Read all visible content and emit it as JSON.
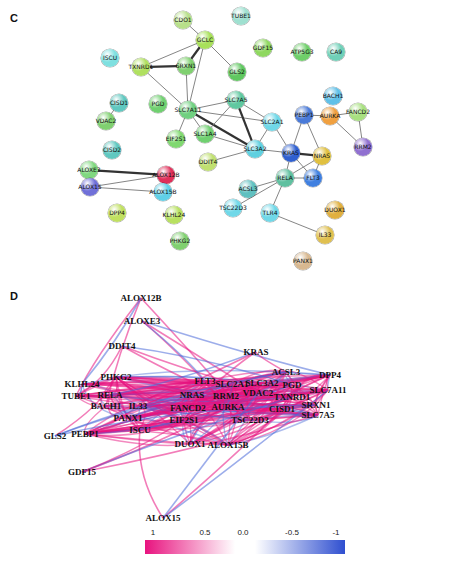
{
  "diagram": {
    "nodes": [
      {
        "text": [
          "CDO1"
        ]
      },
      {
        "text": [
          "TUBE1"
        ]
      },
      {
        "text": [
          "GCLC"
        ]
      },
      {
        "text": [
          "GDF15"
        ]
      },
      {
        "text": [
          "ATP5G3"
        ]
      },
      {
        "text": [
          "CA9"
        ]
      },
      {
        "text": [
          "ISCU"
        ]
      },
      {
        "text": [
          "TXNRD1"
        ]
      },
      {
        "text": [
          "SRXN1"
        ]
      },
      {
        "text": [
          "GLS2"
        ]
      },
      {
        "text": [
          "SLC7A5"
        ]
      },
      {
        "text": [
          "BACH1"
        ]
      },
      {
        "text": [
          "PEBP1"
        ]
      },
      {
        "text": [
          "AURKA"
        ]
      },
      {
        "text": [
          "FANCD2"
        ]
      },
      {
        "text": [
          "CISD1"
        ]
      },
      {
        "text": [
          "PGD"
        ]
      },
      {
        "text": [
          "SLC7A11"
        ]
      },
      {
        "text": [
          "SLC2A1"
        ]
      },
      {
        "text": [
          "SLC1A4"
        ]
      },
      {
        "text": [
          "SLC3A2"
        ]
      },
      {
        "text": [
          "VDAC2"
        ]
      },
      {
        "text": [
          "EIF2S1"
        ]
      },
      {
        "text": [
          "KRAS"
        ]
      },
      {
        "text": [
          "NRAS"
        ]
      },
      {
        "text": [
          "RRM2"
        ]
      },
      {
        "text": [
          "CISD2"
        ]
      },
      {
        "text": [
          "ALOXE3"
        ]
      },
      {
        "text": [
          "DDIT4"
        ]
      },
      {
        "text": [
          "ALOX12B"
        ]
      },
      {
        "text": [
          "RELA"
        ]
      },
      {
        "text": [
          "FLT3"
        ]
      },
      {
        "text": [
          "ALOX15"
        ]
      },
      {
        "text": [
          "ALOX15B"
        ]
      },
      {
        "text": [
          "ACSL3"
        ]
      },
      {
        "text": [
          "KLHL24"
        ]
      },
      {
        "text": [
          "TSC22D3"
        ]
      },
      {
        "text": [
          "DPP4"
        ]
      },
      {
        "text": [
          "TLR4"
        ]
      },
      {
        "text": [
          "DUOX1"
        ]
      },
      {
        "text": [
          "PHKG2"
        ]
      },
      {
        "text": [
          "IL33"
        ]
      },
      {
        "text": [
          "PANX1"
        ]
      }
    ],
    "edges": [
      {
        "from": 0,
        "to": 2,
        "arrow": "none"
      },
      {
        "from": 2,
        "to": 8,
        "arrow": "none"
      },
      {
        "from": 2,
        "to": 7,
        "arrow": "none"
      },
      {
        "from": 2,
        "to": 9,
        "arrow": "none"
      },
      {
        "from": 2,
        "to": 17,
        "arrow": "none"
      },
      {
        "from": 7,
        "to": 8,
        "arrow": "none"
      },
      {
        "from": 7,
        "to": 17,
        "arrow": "none"
      },
      {
        "from": 8,
        "to": 17,
        "arrow": "none"
      },
      {
        "from": 17,
        "to": 10,
        "arrow": "none"
      },
      {
        "from": 17,
        "to": 20,
        "arrow": "none"
      },
      {
        "from": 17,
        "to": 19,
        "arrow": "none"
      },
      {
        "from": 17,
        "to": 22,
        "arrow": "none"
      },
      {
        "from": 17,
        "to": 18,
        "arrow": "none"
      },
      {
        "from": 10,
        "to": 20,
        "arrow": "none"
      },
      {
        "from": 10,
        "to": 19,
        "arrow": "none"
      },
      {
        "from": 10,
        "to": 18,
        "arrow": "none"
      },
      {
        "from": 19,
        "to": 20,
        "arrow": "none"
      },
      {
        "from": 18,
        "to": 23,
        "arrow": "none"
      },
      {
        "from": 18,
        "to": 20,
        "arrow": "none"
      },
      {
        "from": 23,
        "to": 24,
        "arrow": "none"
      },
      {
        "from": 20,
        "to": 23,
        "arrow": "none"
      },
      {
        "from": 23,
        "to": 30,
        "arrow": "none"
      },
      {
        "from": 23,
        "to": 31,
        "arrow": "none"
      },
      {
        "from": 23,
        "to": 12,
        "arrow": "none"
      },
      {
        "from": 24,
        "to": 30,
        "arrow": "none"
      },
      {
        "from": 24,
        "to": 31,
        "arrow": "none"
      },
      {
        "from": 24,
        "to": 12,
        "arrow": "none"
      },
      {
        "from": 30,
        "to": 31,
        "arrow": "none"
      },
      {
        "from": 30,
        "to": 38,
        "arrow": "none"
      },
      {
        "from": 30,
        "to": 36,
        "arrow": "none"
      },
      {
        "from": 38,
        "to": 41,
        "arrow": "none"
      },
      {
        "from": 13,
        "to": 14,
        "arrow": "none"
      },
      {
        "from": 13,
        "to": 25,
        "arrow": "none"
      },
      {
        "from": 14,
        "to": 25,
        "arrow": "none"
      },
      {
        "from": 29,
        "to": 27,
        "arrow": "none"
      },
      {
        "from": 29,
        "to": 33,
        "arrow": "none"
      },
      {
        "from": 32,
        "to": 33,
        "arrow": "none"
      },
      {
        "from": 29,
        "to": 32,
        "arrow": "none"
      },
      {
        "from": 15,
        "to": 21,
        "arrow": "none"
      },
      {
        "from": 30,
        "to": 34,
        "arrow": "none"
      },
      {
        "from": 12,
        "to": 13,
        "arrow": "none"
      },
      {
        "from": 28,
        "to": 20,
        "arrow": "none"
      }
    ],
    "labels": [
      "C",
      "D",
      "ALOX12B",
      "ALOXE3",
      "DDIT4",
      "KRAS",
      "ACSL3",
      "DPP4",
      "KLHL24",
      "PHKG2",
      "FLT3",
      "SLC2A1",
      "SLC3A2",
      "PGD",
      "SLC7A11",
      "TUBE1",
      "RELA",
      "NRAS",
      "RRM2",
      "VDAC2",
      "TXNRD1",
      "SRXN1",
      "BACH1",
      "IL33",
      "FANCD2",
      "AURKA",
      "CISD1",
      "SLC7A5",
      "PANX1",
      "EIF2S1",
      "TSC22D3",
      "ISCU",
      "PEBP1",
      "GLS2",
      "DUOX1",
      "ALOX15B",
      "GDF15",
      "ALOX15",
      "1",
      "0.5",
      "0.0",
      "-0.5",
      "-1"
    ]
  }
}
